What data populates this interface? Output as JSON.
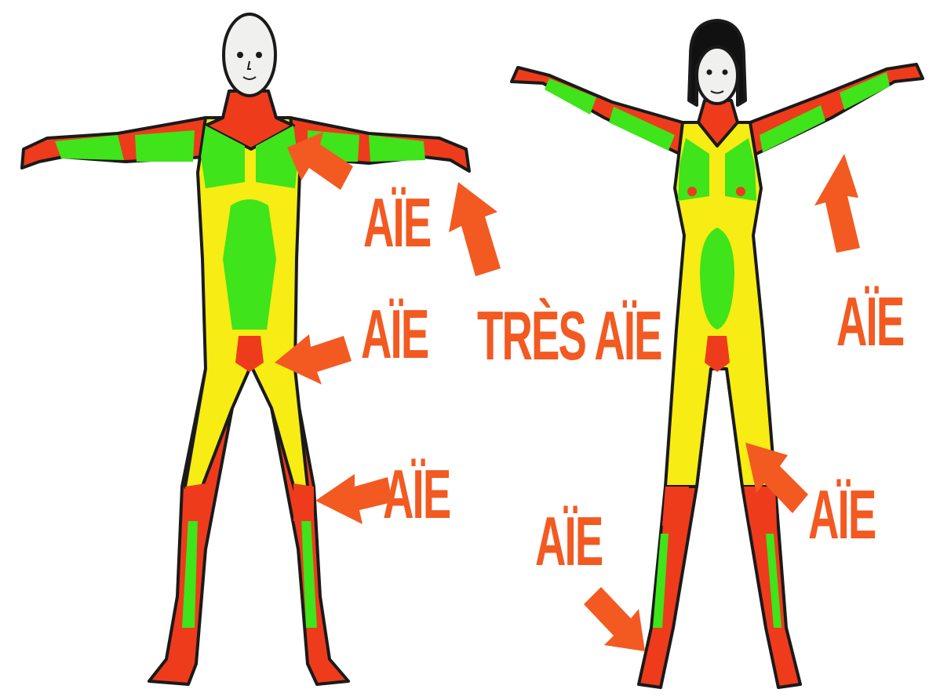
{
  "labels": {
    "male_chest": "AÏE",
    "male_groin": "AÏE",
    "male_knee": "AÏE",
    "tres": "TRÈS AÏE",
    "female_armpit": "AÏE",
    "female_knee": "AÏE",
    "female_ankle": "AÏE"
  },
  "colors": {
    "very_painful": "#ee3b1c",
    "painful": "#f7ec13",
    "less_painful": "#3fe41a",
    "arrow": "#f25a22",
    "outline": "#1a1a1a",
    "skin": "#f0f0ee",
    "hair": "#111111"
  },
  "icons": {
    "male_figure": "male-body-figure",
    "female_figure": "female-body-figure",
    "arrow": "arrow-icon"
  }
}
